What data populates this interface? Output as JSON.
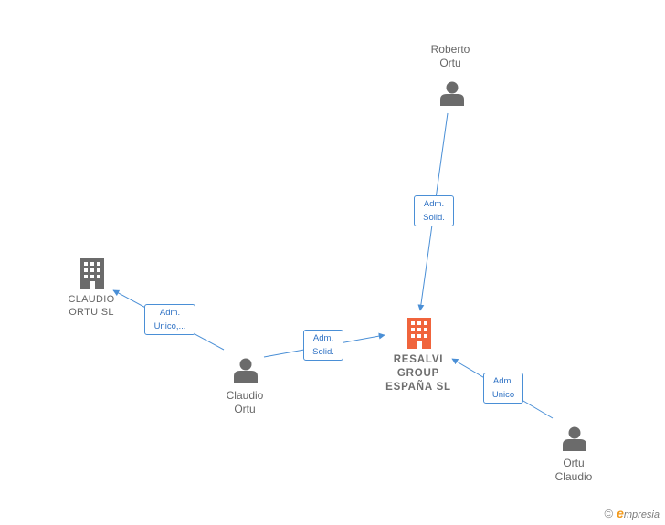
{
  "nodes": {
    "roberto": {
      "label": "Roberto\nOrtu",
      "kind": "person"
    },
    "claudio_sl": {
      "label": "CLAUDIO\nORTU  SL",
      "kind": "company"
    },
    "resalvi": {
      "label": "RESALVI\nGROUP\nESPAÑA  SL",
      "kind": "company-main"
    },
    "claudio": {
      "label": "Claudio\nOrtu",
      "kind": "person"
    },
    "ortu_claudio": {
      "label": "Ortu\nClaudio",
      "kind": "person"
    }
  },
  "edges": [
    {
      "from": "roberto",
      "to": "resalvi",
      "label": "Adm.\nSolid."
    },
    {
      "from": "claudio",
      "to": "claudio_sl",
      "label": "Adm.\nUnico,..."
    },
    {
      "from": "claudio",
      "to": "resalvi",
      "label": "Adm.\nSolid."
    },
    {
      "from": "ortu_claudio",
      "to": "resalvi",
      "label": "Adm.\nUnico"
    }
  ],
  "colors": {
    "edge": "#4a8fd6",
    "person_icon": "#6b6b6b",
    "company_icon": "#6b6b6b",
    "main_company_icon": "#f0643c"
  },
  "watermark": {
    "copyright": "©",
    "brand_initial": "e",
    "brand_rest": "mpresia"
  }
}
